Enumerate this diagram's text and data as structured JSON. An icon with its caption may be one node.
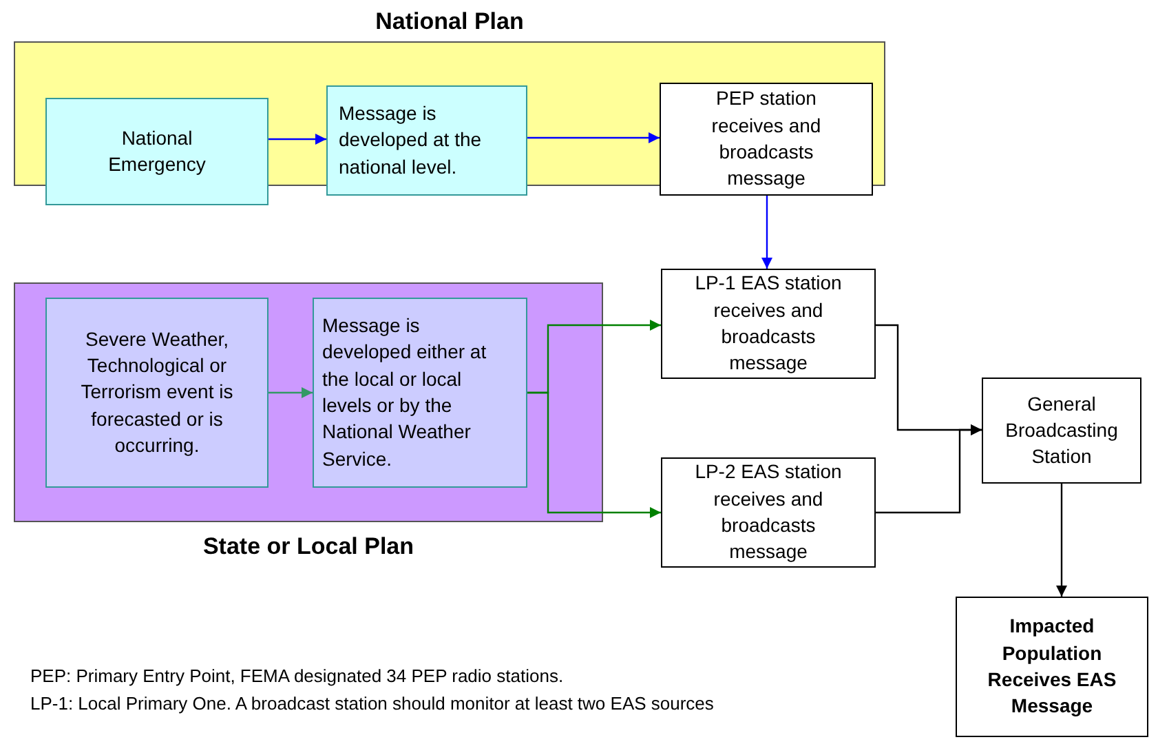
{
  "diagram": {
    "nodes": [
      {
        "text": [
          "National Plan"
        ]
      },
      {
        "text": [
          "National Emergency"
        ],
        "in": 0
      },
      {
        "text": [
          "Message is developed at the national level."
        ],
        "in": 0
      },
      {
        "text": [
          "PEP station receives and broadcasts message"
        ]
      },
      {
        "text": [
          "State or Local Plan"
        ]
      },
      {
        "text": [
          "Severe Weather, Technological or Terrorism event is forecasted or is occurring."
        ],
        "in": 4
      },
      {
        "text": [
          "Message is developed either at the local or local levels or by the National Weather Service."
        ],
        "in": 4
      },
      {
        "text": [
          "LP-1 EAS station receives and broadcasts message"
        ]
      },
      {
        "text": [
          "LP-2 EAS station receives and broadcasts message"
        ]
      },
      {
        "text": [
          "General Broadcasting Station"
        ]
      },
      {
        "text": [
          "Impacted Population Receives EAS Message"
        ]
      }
    ],
    "edges": [
      {
        "from": 1,
        "to": 2,
        "arrow": "to",
        "color": "#0000ff"
      },
      {
        "from": 2,
        "to": 3,
        "arrow": "to",
        "color": "#0000ff"
      },
      {
        "from": 3,
        "to": 7,
        "arrow": "to",
        "color": "#0000ff"
      },
      {
        "from": 5,
        "to": 6,
        "arrow": "to",
        "color": "#339966"
      },
      {
        "from": 6,
        "to": 7,
        "arrow": "to",
        "color": "#008000"
      },
      {
        "from": 6,
        "to": 8,
        "arrow": "to",
        "color": "#008000"
      },
      {
        "from": 7,
        "to": 9,
        "arrow": "to",
        "color": "#000000"
      },
      {
        "from": 8,
        "to": 9,
        "arrow": "to",
        "color": "#000000"
      },
      {
        "from": 9,
        "to": 10,
        "arrow": "to",
        "color": "#000000"
      }
    ],
    "labels": [
      "PEP: Primary Entry Point, FEMA designated 34 PEP radio stations.",
      "LP-1: Local Primary One. A broadcast station should monitor at least two EAS sources"
    ]
  }
}
